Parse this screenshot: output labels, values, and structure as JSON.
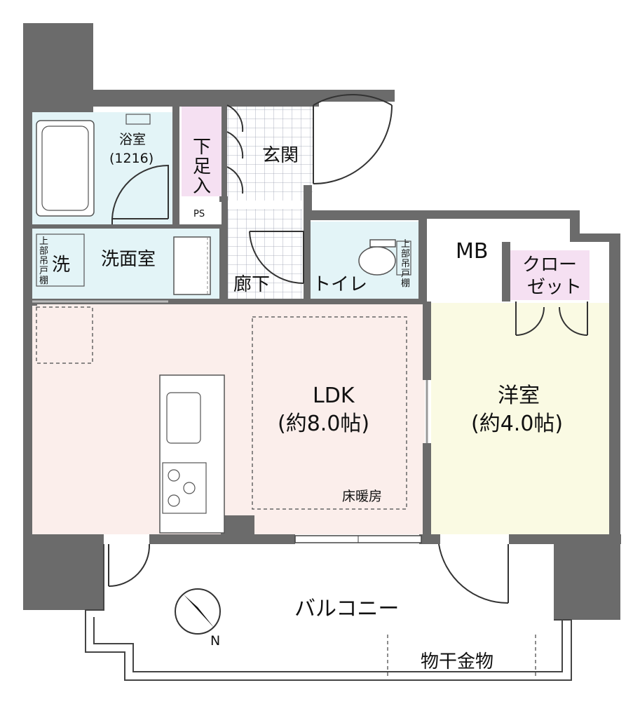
{
  "rooms": {
    "bath": "浴室",
    "bath_size": "(1216)",
    "shoe_box": [
      "下",
      "足",
      "入"
    ],
    "ps": "PS",
    "entrance": "玄関",
    "washroom": "洗面室",
    "washer_mark": "洗",
    "upper_shelf": [
      "上",
      "部",
      "吊",
      "戸",
      "棚"
    ],
    "corridor": "廊下",
    "toilet": "トイレ",
    "mb": "MB",
    "closet_line1": "クロー",
    "closet_line2": "ゼット",
    "ldk": "LDK",
    "ldk_size": "(約8.0帖)",
    "floor_heating": "床暖房",
    "western_room": "洋室",
    "western_size": "(約4.0帖)",
    "balcony": "バルコニー",
    "drying_rack": "物干金物",
    "north_mark": "N"
  },
  "colors": {
    "wall": "#6b6b6b",
    "bath_area": "#e3f4f7",
    "shoe_box": "#f5e0f2",
    "ldk": "#fbeeeb",
    "western_room": "#fafae3",
    "closet": "#f5e0f2",
    "hallway_tile": "#ffffff"
  }
}
